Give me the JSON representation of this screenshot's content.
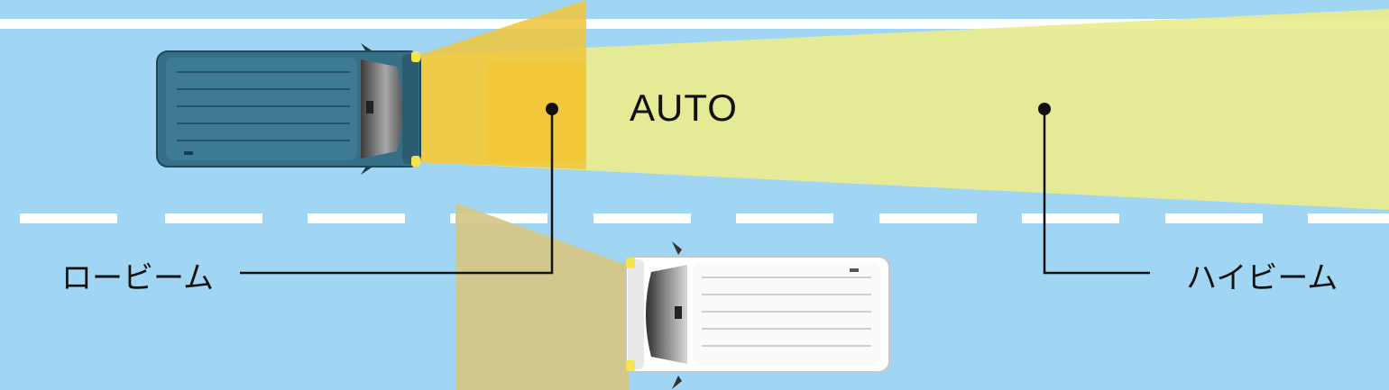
{
  "labels": {
    "mode": "AUTO",
    "low_beam": "ロービーム",
    "high_beam": "ハイビーム"
  },
  "colors": {
    "road": "#a0d6f3",
    "lane_line": "#ffffff",
    "high_beam": "#eaeb8e",
    "low_beam": "#f1c63a",
    "oncoming_beam": "#d6c784",
    "own_van_body": "#366f88",
    "oncoming_van_body": "#ffffff",
    "leader_line": "#111111"
  }
}
